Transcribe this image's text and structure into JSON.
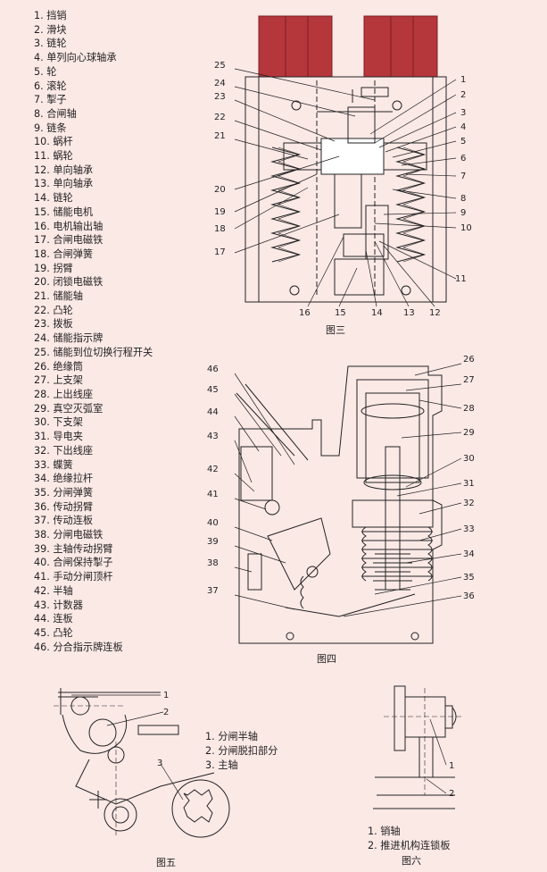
{
  "parts": [
    "1. 挡销",
    "2. 滑块",
    "3. 链轮",
    "4. 单列向心球轴承",
    "5. 轮",
    "6. 滚轮",
    "7. 掣子",
    "8. 合闸轴",
    "9. 链条",
    "10. 蜗杆",
    "11. 蜗轮",
    "12. 单向轴承",
    "13. 单向轴承",
    "14. 链轮",
    "15. 储能电机",
    "16. 电机输出轴",
    "17. 合闸电磁铁",
    "18. 合闸弹簧",
    "19. 拐臂",
    "20. 闭锁电磁铁",
    "21. 储能轴",
    "22. 凸轮",
    "23. 拨板",
    "24. 储能指示牌",
    "25. 储能到位切换行程开关",
    "26. 绝缘筒",
    "27. 上支架",
    "28. 上出线座",
    "29. 真空灭弧室",
    "30. 下支架",
    "31. 导电夹",
    "32. 下出线座",
    "33. 蝶簧",
    "34. 绝缘拉杆",
    "35. 分闸弹簧",
    "36. 传动拐臂",
    "37. 传动连板",
    "38. 分闸电磁铁",
    "39. 主轴传动拐臂",
    "40. 合闸保持掣子",
    "41. 手动分闸顶杆",
    "42. 半轴",
    "43. 计数器",
    "44. 连板",
    "45. 凸轮",
    "46. 分合指示牌连板"
  ],
  "fig3": {
    "caption": "图三",
    "callouts_left": [
      "25",
      "24",
      "23",
      "22",
      "21",
      "20",
      "19",
      "18",
      "17"
    ],
    "callouts_right": [
      "1",
      "2",
      "3",
      "4",
      "5",
      "6",
      "7",
      "8",
      "9",
      "10",
      "11"
    ],
    "callouts_bottom": [
      "16",
      "15",
      "14",
      "13",
      "12"
    ]
  },
  "fig4": {
    "caption": "图四",
    "callouts_left": [
      "46",
      "45",
      "44",
      "43",
      "42",
      "41",
      "40",
      "39",
      "38",
      "37"
    ],
    "callouts_right": [
      "26",
      "27",
      "28",
      "29",
      "30",
      "31",
      "32",
      "33",
      "34",
      "35",
      "36"
    ]
  },
  "fig5": {
    "caption": "图五",
    "callouts": [
      "1",
      "2",
      "3"
    ],
    "legend": [
      "1. 分闸半轴",
      "2. 分闸脱扣部分",
      "3. 主轴"
    ]
  },
  "fig6": {
    "caption": "图六",
    "callouts": [
      "1",
      "2"
    ],
    "legend": [
      "1. 销轴",
      "2. 推进机构连锁板"
    ]
  },
  "colors": {
    "background": "#fbe9e6",
    "insulator": "#b5363b",
    "line": "#222222"
  }
}
